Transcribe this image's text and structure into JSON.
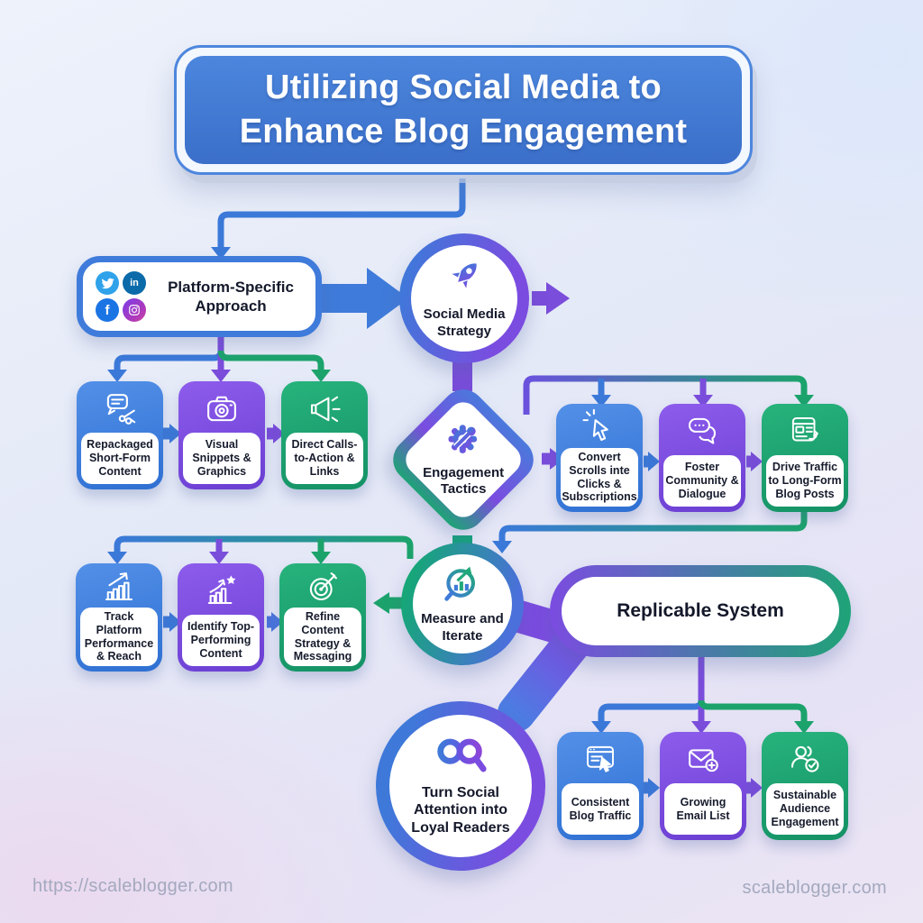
{
  "title": {
    "text": "Utilizing Social Media to Enhance Blog Engagement"
  },
  "colors": {
    "blue": "#3D7EDB",
    "purple": "#7A4CDD",
    "green": "#1EA76C",
    "title_blue": "#4379D2",
    "text_dark": "#14182A",
    "footer_gray": "#A4A9BE"
  },
  "platform_node": {
    "label": "Platform-Specific Approach",
    "icons": [
      "twitter-icon",
      "linkedin-icon",
      "facebook-icon",
      "instagram-icon"
    ]
  },
  "center_nodes": {
    "strategy": {
      "label": "Social Media Strategy",
      "icon": "rocket-icon"
    },
    "tactics": {
      "label": "Engagement Tactics",
      "icon": "gear-wrench-icon"
    },
    "measure": {
      "label": "Measure and Iterate",
      "icon": "analytics-magnifier-icon"
    },
    "loyal": {
      "label": "Turn Social Attention into Loyal Readers",
      "icon": "infinity-magnifier-icon"
    }
  },
  "replicable_node": {
    "label": "Replicable System"
  },
  "rows": {
    "platform_row": [
      {
        "label": "Repackaged Short-Form Content",
        "color": "blue",
        "icon": "chat-scissors-icon"
      },
      {
        "label": "Visual Snippets & Graphics",
        "color": "purple",
        "icon": "camera-icon"
      },
      {
        "label": "Direct Calls-to-Action & Links",
        "color": "green",
        "icon": "megaphone-icon"
      }
    ],
    "tactics_row": [
      {
        "label": "Convert Scrolls inte Clicks & Subscriptions",
        "color": "blue",
        "icon": "cursor-click-icon"
      },
      {
        "label": "Foster Community & Dialogue",
        "color": "purple",
        "icon": "chat-bubbles-icon"
      },
      {
        "label": "Drive Traffic to Long-Form Blog Posts",
        "color": "green",
        "icon": "article-share-icon"
      }
    ],
    "measure_row": [
      {
        "label": "Track Platform Performance & Reach",
        "color": "blue",
        "icon": "bar-chart-growth-icon"
      },
      {
        "label": "Identify Top-Performing Content",
        "color": "purple",
        "icon": "top-content-star-icon"
      },
      {
        "label": "Refine Content Strategy & Messaging",
        "color": "green",
        "icon": "target-icon"
      }
    ],
    "outcomes_row": [
      {
        "label": "Consistent Blog Traffic",
        "color": "blue",
        "icon": "browser-cursor-icon"
      },
      {
        "label": "Growing Email List",
        "color": "purple",
        "icon": "email-plus-icon"
      },
      {
        "label": "Sustainable Audience Engagement",
        "color": "green",
        "icon": "audience-check-icon"
      }
    ]
  },
  "footer": {
    "left": "https://scaleblogger.com",
    "right": "scaleblogger.com"
  }
}
